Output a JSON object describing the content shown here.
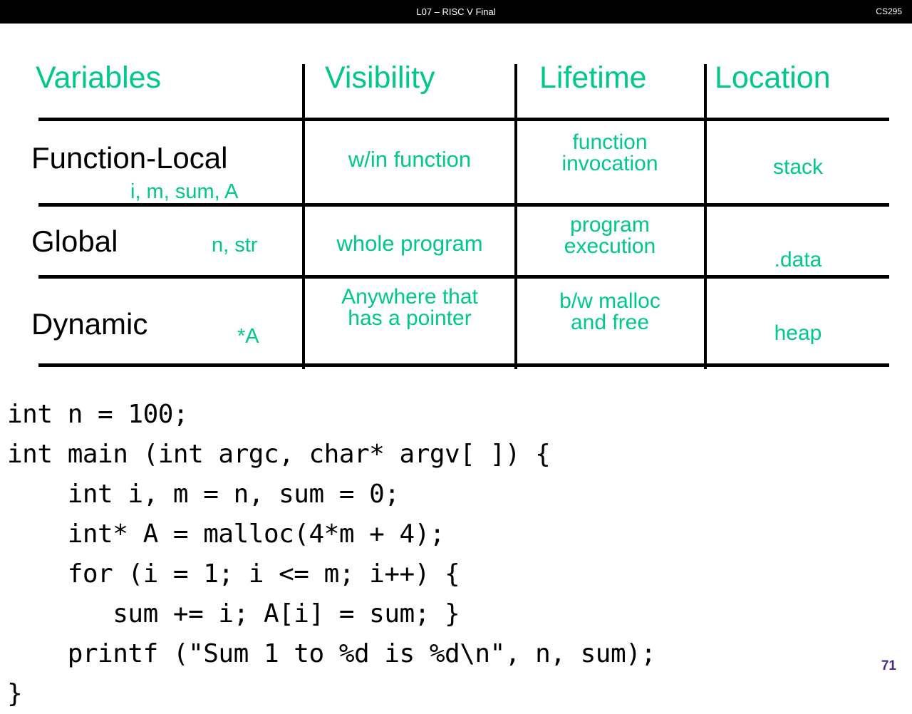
{
  "header": {
    "title": "L07 – RISC V Final",
    "course": "CS295"
  },
  "table": {
    "columns": [
      "Variables",
      "Visibility",
      "Lifetime",
      "Location"
    ],
    "rows": [
      {
        "name": "Function-Local",
        "vars": "i, m, sum, A",
        "visibility": "w/in function",
        "lifetime": "function\ninvocation",
        "location": "stack"
      },
      {
        "name": "Global",
        "vars": "n, str",
        "visibility": "whole program",
        "lifetime": "program\nexecution",
        "location": ".data"
      },
      {
        "name": "Dynamic",
        "vars": "*A",
        "visibility": "Anywhere that\nhas a pointer",
        "lifetime": "b/w malloc\nand free",
        "location": "heap"
      }
    ]
  },
  "code": {
    "text": "int n = 100;\nint main (int argc, char* argv[ ]) {\n    int i, m = n, sum = 0;\n    int* A = malloc(4*m + 4);\n    for (i = 1; i <= m; i++) {\n       sum += i; A[i] = sum; }\n    printf (\"Sum 1 to %d is %d\\n\", n, sum);\n}"
  },
  "footer": {
    "slide_number": "71"
  },
  "colors": {
    "accent_green": "#00C88A",
    "header_bar": "#000000",
    "slide_number": "#4B2B8C",
    "text_black": "#000000"
  }
}
